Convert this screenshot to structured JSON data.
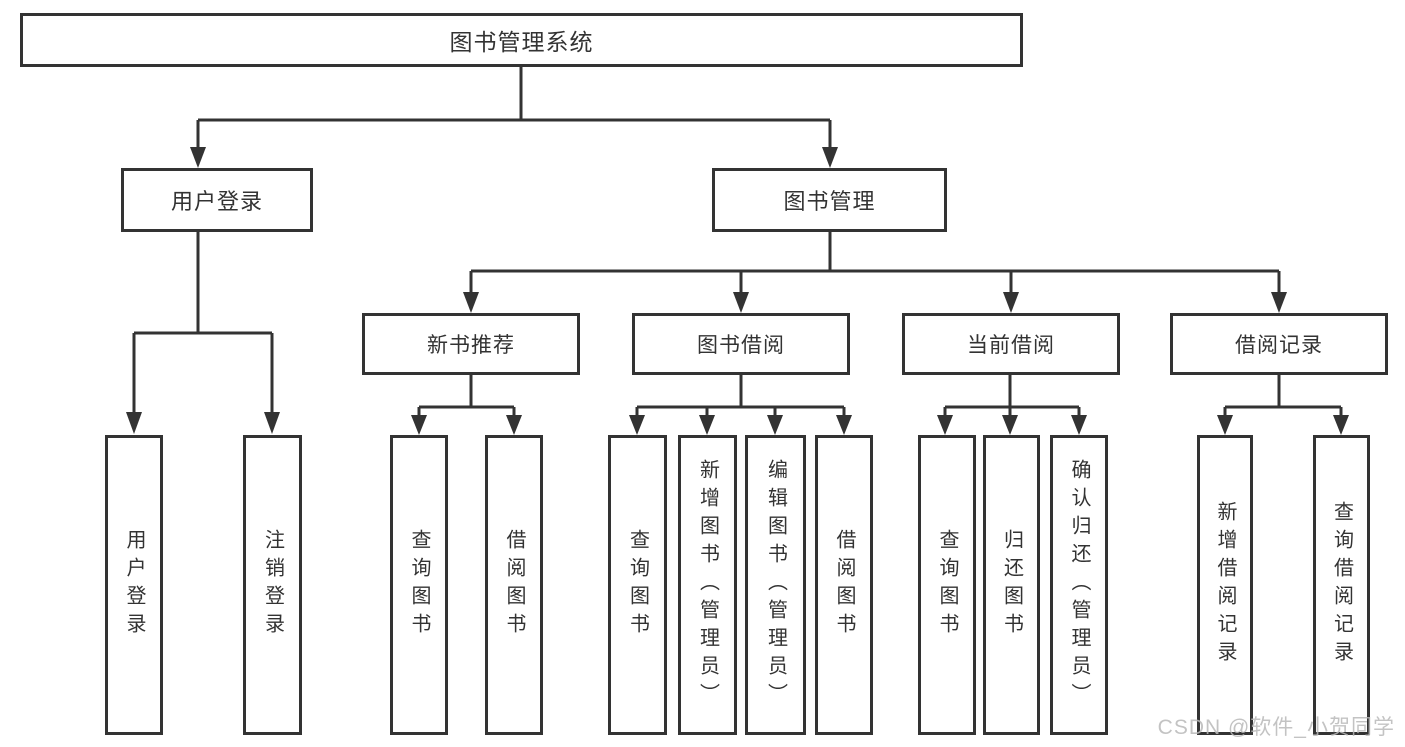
{
  "diagram": {
    "root": {
      "label": "图书管理系统"
    },
    "user": {
      "label": "用户登录",
      "children": [
        {
          "label": "用户登录"
        },
        {
          "label": "注销登录"
        }
      ]
    },
    "book": {
      "label": "图书管理",
      "sections": [
        {
          "label": "新书推荐",
          "children": [
            {
              "label": "查询图书"
            },
            {
              "label": "借阅图书"
            }
          ]
        },
        {
          "label": "图书借阅",
          "children": [
            {
              "label": "查询图书"
            },
            {
              "label": "新增图书（管理员）"
            },
            {
              "label": "编辑图书（管理员）"
            },
            {
              "label": "借阅图书"
            }
          ]
        },
        {
          "label": "当前借阅",
          "children": [
            {
              "label": "查询图书"
            },
            {
              "label": "归还图书"
            },
            {
              "label": "确认归还（管理员）"
            }
          ]
        },
        {
          "label": "借阅记录",
          "children": [
            {
              "label": "新增借阅记录"
            },
            {
              "label": "查询借阅记录"
            }
          ]
        }
      ]
    }
  },
  "watermark": "CSDN @软件_小贺同学",
  "colors": {
    "line": "#333333",
    "text": "#333333",
    "watermark": "#b9b9b9",
    "background": "#ffffff"
  }
}
